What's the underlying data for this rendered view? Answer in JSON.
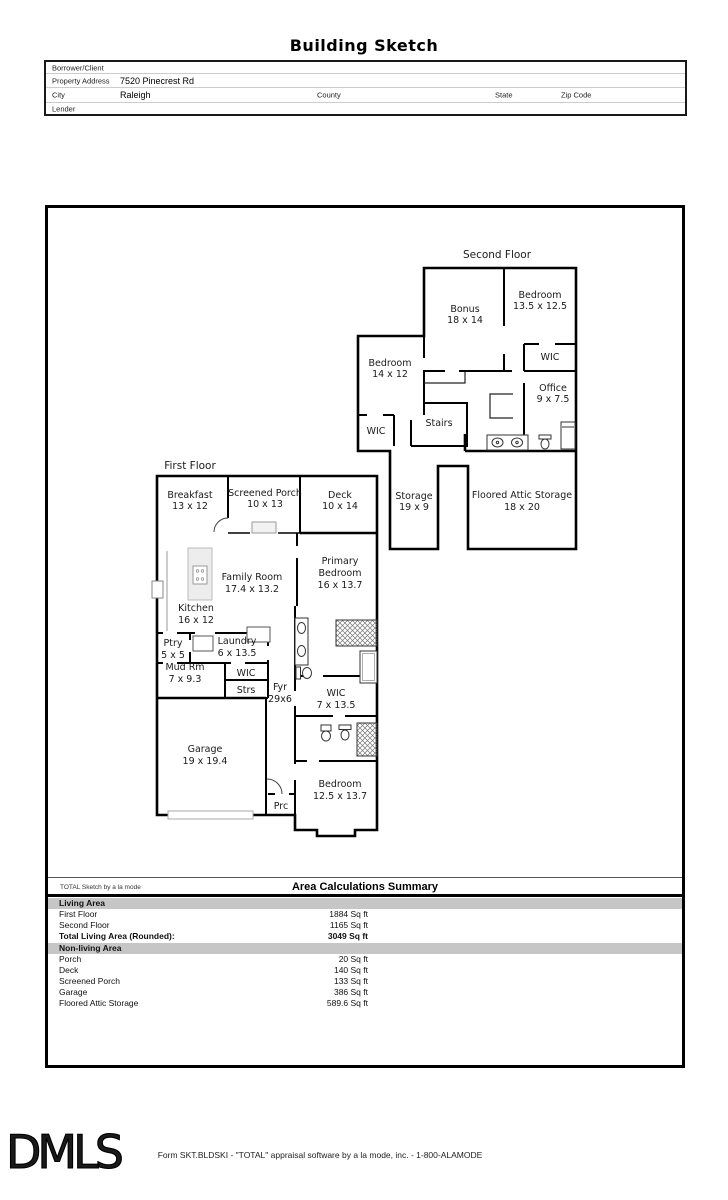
{
  "page_title": "Building Sketch",
  "info_table": {
    "borrower_label": "Borrower/Client",
    "property_label": "Property Address",
    "property_value": "7520 Pinecrest Rd",
    "city_label": "City",
    "city_value": "Raleigh",
    "county_label": "County",
    "state_label": "State",
    "zip_label": "Zip Code",
    "lender_label": "Lender"
  },
  "sketch": {
    "second_floor": {
      "title": "Second Floor",
      "rooms": {
        "bonus": {
          "name": "Bonus",
          "dims": "18 x 14"
        },
        "bedroom_right": {
          "name": "Bedroom",
          "dims": "13.5 x 12.5"
        },
        "bedroom_left": {
          "name": "Bedroom",
          "dims": "14 x 12"
        },
        "wic_right": {
          "name": "WIC"
        },
        "office": {
          "name": "Office",
          "dims": "9 x 7.5"
        },
        "wic_left": {
          "name": "WIC"
        },
        "stairs": {
          "name": "Stairs"
        },
        "storage": {
          "name": "Storage",
          "dims": "19 x 9"
        },
        "attic": {
          "name": "Floored Attic Storage",
          "dims": "18 x 20"
        }
      }
    },
    "first_floor": {
      "title": "First Floor",
      "rooms": {
        "breakfast": {
          "name": "Breakfast",
          "dims": "13 x 12"
        },
        "screened_porch": {
          "name": "Screened Porch",
          "dims": "10 x 13"
        },
        "deck": {
          "name": "Deck",
          "dims": "10 x 14"
        },
        "family": {
          "name": "Family Room",
          "dims": "17.4 x 13.2"
        },
        "primary": {
          "name": "Primary",
          "name2": "Bedroom",
          "dims": "16 x 13.7"
        },
        "kitchen": {
          "name": "Kitchen",
          "dims": "16 x 12"
        },
        "pantry": {
          "name": "Ptry",
          "dims": "5 x 5"
        },
        "laundry": {
          "name": "Laundry",
          "dims": "6 x 13.5"
        },
        "mudroom": {
          "name": "Mud Rm",
          "dims": "7 x 9.3"
        },
        "wic_hall": {
          "name": "WIC"
        },
        "stairs": {
          "name": "Strs"
        },
        "foyer": {
          "name": "Fyr",
          "dims": "29x6"
        },
        "wic_primary": {
          "name": "WIC",
          "dims": "7 x 13.5"
        },
        "garage": {
          "name": "Garage",
          "dims": "19 x 19.4"
        },
        "porch": {
          "name": "Prc"
        },
        "bedroom": {
          "name": "Bedroom",
          "dims": "12.5 x 13.7"
        }
      }
    }
  },
  "summary": {
    "attribution": "TOTAL Sketch by a la mode",
    "title": "Area Calculations Summary",
    "living_header": "Living Area",
    "living_rows": [
      {
        "label": "First Floor",
        "value": "1884 Sq ft"
      },
      {
        "label": "Second Floor",
        "value": "1165 Sq ft"
      }
    ],
    "total_row": {
      "label": "Total Living Area (Rounded):",
      "value": "3049 Sq ft"
    },
    "nonliving_header": "Non-living Area",
    "nonliving_rows": [
      {
        "label": "Porch",
        "value": "20 Sq ft"
      },
      {
        "label": "Deck",
        "value": "140 Sq ft"
      },
      {
        "label": "Screened Porch",
        "value": "133 Sq ft"
      },
      {
        "label": "Garage",
        "value": "386 Sq ft"
      },
      {
        "label": "Floored Attic Storage",
        "value": "589.6 Sq ft"
      }
    ]
  },
  "footer": {
    "logo": "DMLS",
    "form_line": "Form SKT.BLDSKI - \"TOTAL\" appraisal software by a la mode, inc. - 1-800-ALAMODE"
  }
}
